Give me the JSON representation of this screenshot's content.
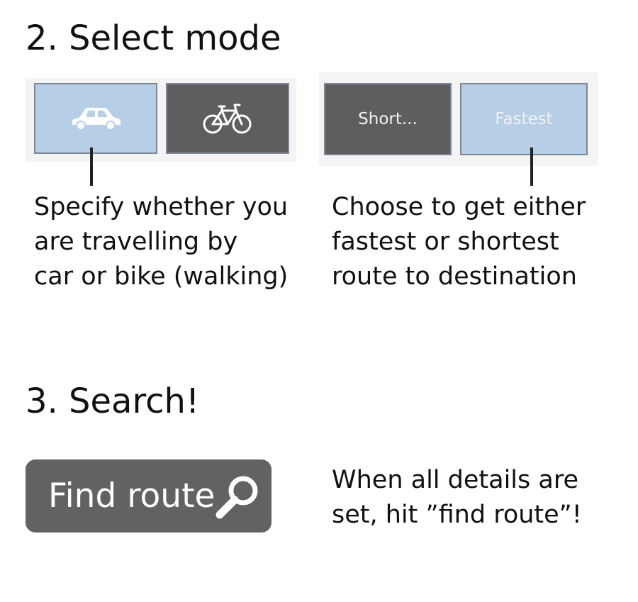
{
  "section_mode": {
    "heading": "2. Select mode",
    "transport": {
      "car_icon": "car-icon",
      "bike_icon": "bike-icon",
      "selected": "car",
      "description_lines": [
        "Specify whether you",
        "are travelling by",
        "car or bike (walking)"
      ]
    },
    "route_type": {
      "shortest_label": "Short...",
      "fastest_label": "Fastest",
      "selected": "fastest",
      "description_lines": [
        "Choose to get either",
        "fastest or shortest",
        "route to destination"
      ]
    }
  },
  "section_search": {
    "heading": "3. Search!",
    "find_button_label": "Find route",
    "find_button_icon": "search-icon",
    "description_lines": [
      "When all details are",
      "set, hit ”find route”!"
    ]
  },
  "colors": {
    "selected_bg": "#b7cfe6",
    "unselected_bg": "#5e5e5e",
    "find_button_bg": "#626262"
  }
}
